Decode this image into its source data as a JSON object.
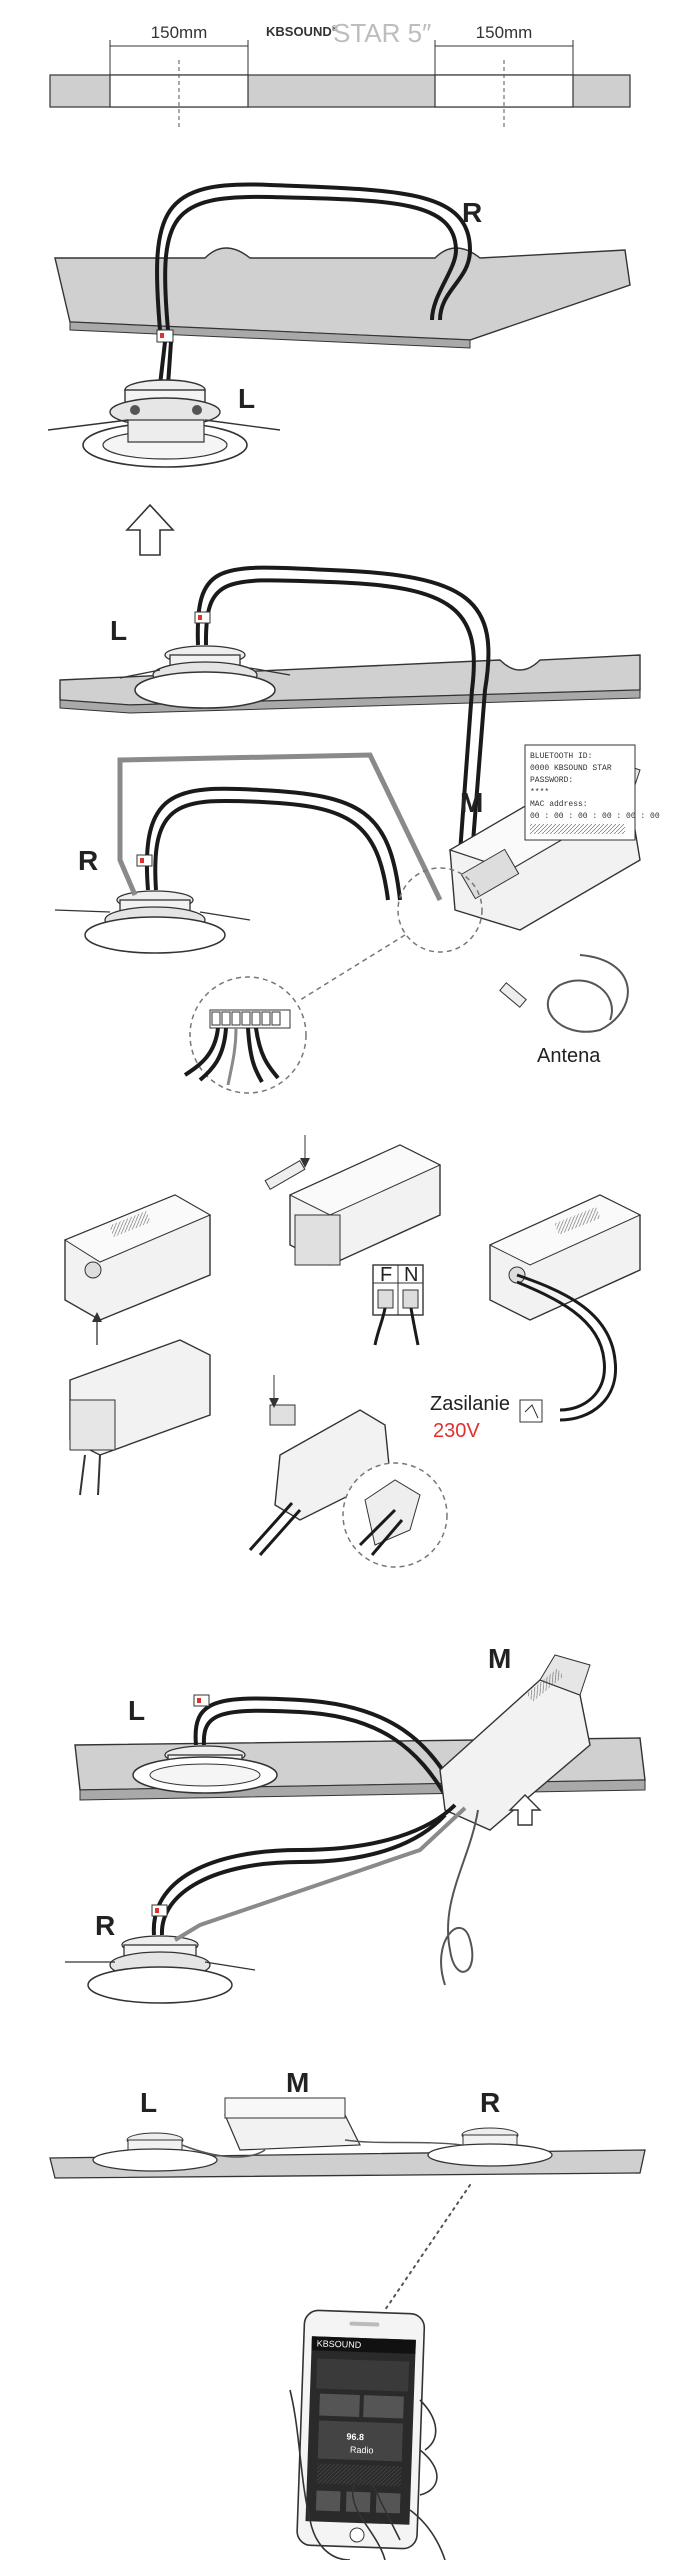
{
  "header": {
    "dim_left": "150mm",
    "dim_right": "150mm",
    "brand": "KBSOUND",
    "brand_mark": "®",
    "model": "STAR 5″"
  },
  "labels": {
    "left": "L",
    "right": "R",
    "module": "M",
    "antenna": "Antena",
    "power": "Zasilanie",
    "voltage": "230V",
    "terminal_f": "F",
    "terminal_n": "N"
  },
  "module_label": {
    "line1": "BLUETOOTH ID:",
    "line2": "0000 KBSOUND STAR",
    "line3": "PASSWORD:",
    "line4": "****",
    "line5": "MAC address:",
    "line6": "00 : 00 : 00 : 00 : 00 : 00"
  },
  "phone": {
    "app_name": "KBSOUND",
    "frequency": "96.8",
    "mode": "Radio"
  },
  "colors": {
    "line": "#1a1a1a",
    "panel": "#d2d2d2",
    "panel_dark": "#a9a9a9",
    "accent_red": "#e03030"
  }
}
